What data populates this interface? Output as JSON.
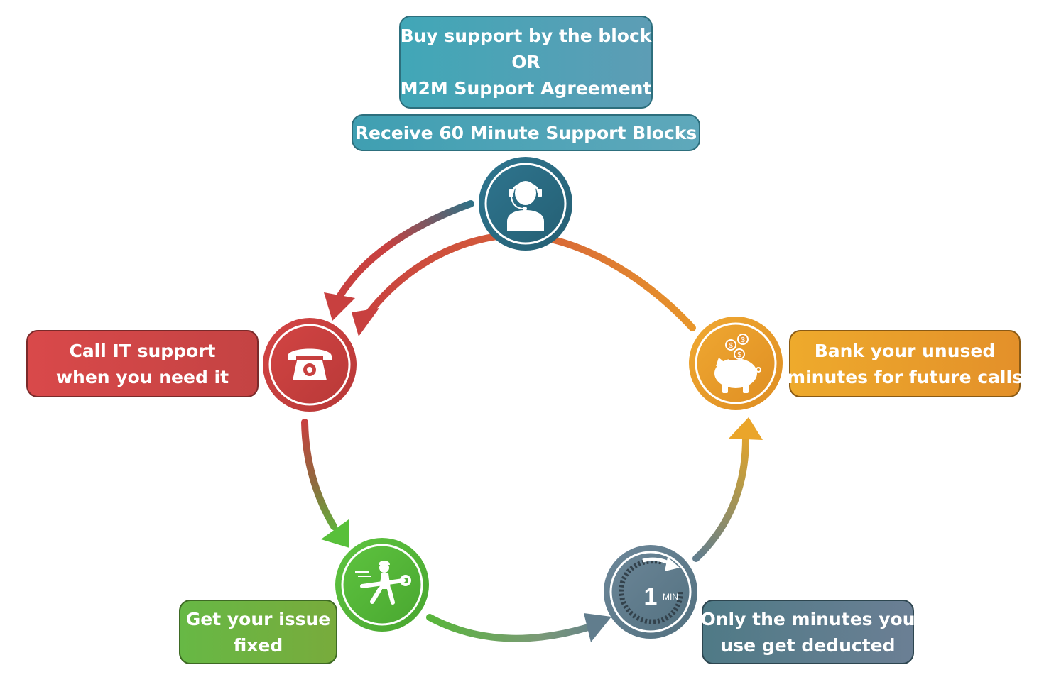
{
  "boxes": {
    "buy": [
      "Buy support by the block",
      "OR",
      "M2M Support Agreement"
    ],
    "receive": "Receive 60 Minute Support Blocks",
    "call": [
      "Call IT support",
      "when you need it"
    ],
    "bank": [
      "Bank your unused",
      "minutes for future calls"
    ],
    "fixed": [
      "Get your issue",
      "fixed"
    ],
    "deduct": [
      "Only the minutes you",
      "use get deducted"
    ]
  },
  "icons": {
    "support": "headset-agent-icon",
    "phone": "telephone-icon",
    "fixed": "repairman-wrench-icon",
    "minute": "one-minute-timer-icon",
    "bank": "piggy-bank-coins-icon",
    "minute_number": "1",
    "minute_unit": "MIN",
    "coin_symbol": "$"
  },
  "colors": {
    "teal": "#2e7186",
    "red": "#c8403f",
    "green": "#58b63a",
    "slate": "#617d8d",
    "orange": "#eb9c28"
  }
}
